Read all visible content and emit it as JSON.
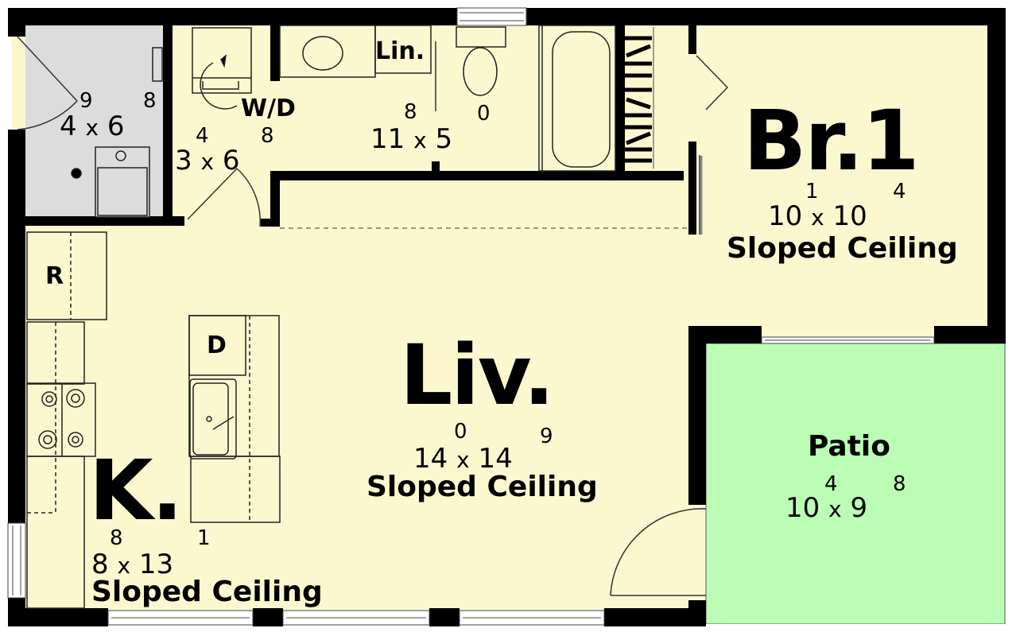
{
  "plan": {
    "colors": {
      "floor": "#fbf8d0",
      "utility": "#dcdcdc",
      "patio": "#bbfdb5",
      "wall": "#000000"
    },
    "rooms": [
      {
        "id": "utility",
        "label": "",
        "width": "4",
        "width_in": "9",
        "depth": "6",
        "depth_in": "8"
      },
      {
        "id": "laundry",
        "label": "W/D",
        "width": "3",
        "width_in": "4",
        "depth": "6",
        "depth_in": "8"
      },
      {
        "id": "bath",
        "label": "",
        "width": "11",
        "width_in": "8",
        "depth": "5",
        "depth_in": "0"
      },
      {
        "id": "bedroom",
        "label": "Br.1",
        "width": "10",
        "width_in": "1",
        "depth": "10",
        "depth_in": "4",
        "note": "Sloped Ceiling"
      },
      {
        "id": "living",
        "label": "Liv.",
        "width": "14",
        "width_in": "0",
        "depth": "14",
        "depth_in": "9",
        "note": "Sloped Ceiling"
      },
      {
        "id": "kitchen",
        "label": "K.",
        "width": "8",
        "width_in": "8",
        "depth": "13",
        "depth_in": "1",
        "note": "Sloped Ceiling"
      },
      {
        "id": "patio",
        "label": "Patio",
        "width": "10",
        "width_in": "4",
        "depth": "9",
        "depth_in": "8"
      }
    ],
    "fixtures": {
      "linen": "Lin.",
      "refrigerator": "R",
      "dishwasher": "D"
    },
    "dim_sep": "x"
  }
}
